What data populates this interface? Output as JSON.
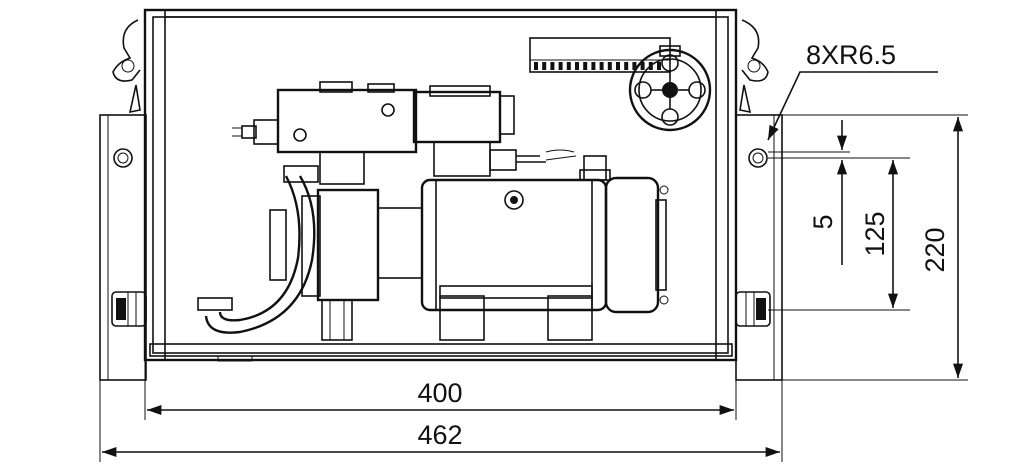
{
  "dimensions": {
    "hole_callout": "8XR6.5",
    "overall_width": "462",
    "inner_width": "400",
    "overall_height": "220",
    "hole_spacing": "125",
    "hole_offset": "5"
  },
  "colors": {
    "line": "#111111",
    "background": "#ffffff"
  }
}
